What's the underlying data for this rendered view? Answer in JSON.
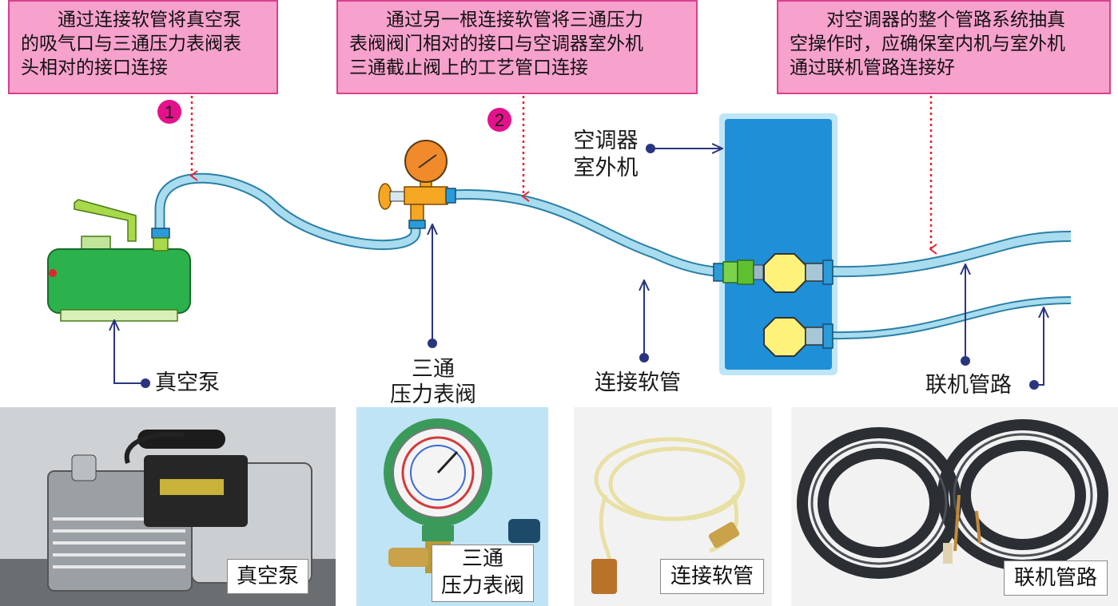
{
  "notes": [
    {
      "lines": [
        "通过连接软管将真空泵",
        "的吸气口与三通压力表阀表",
        "头相对的接口连接"
      ]
    },
    {
      "lines": [
        "通过另一根连接软管将三通压力",
        "表阀阀门相对的接口与空调器室外机",
        "三通截止阀上的工艺管口连接"
      ]
    },
    {
      "lines": [
        "对空调器的整个管路系统抽真",
        "空操作时，应确保室内机与室外机",
        "通过联机管路连接好"
      ]
    }
  ],
  "steps": [
    "1",
    "2"
  ],
  "labels": {
    "vacuum_pump": "真空泵",
    "gauge_line1": "三通",
    "gauge_line2": "压力表阀",
    "hose": "连接软管",
    "outdoor_line1": "空调器",
    "outdoor_line2": "室外机",
    "pipes": "联机管路"
  },
  "photos": {
    "vacuum_pump": "真空泵",
    "gauge_line1": "三通",
    "gauge_line2": "压力表阀",
    "hose": "连接软管",
    "pipes": "联机管路"
  },
  "colors": {
    "note_fill": "#f7a1cd",
    "note_border": "#d9408f",
    "step_badge": "#e4128a",
    "arrow_red": "#e3262e",
    "pointer_navy": "#2a3580",
    "hose": "#a8dcee",
    "outdoor_unit": "#1f8fd8",
    "pump_body": "#2bb24c",
    "gauge_face": "#f08a2a",
    "valve": "#f5a623"
  }
}
